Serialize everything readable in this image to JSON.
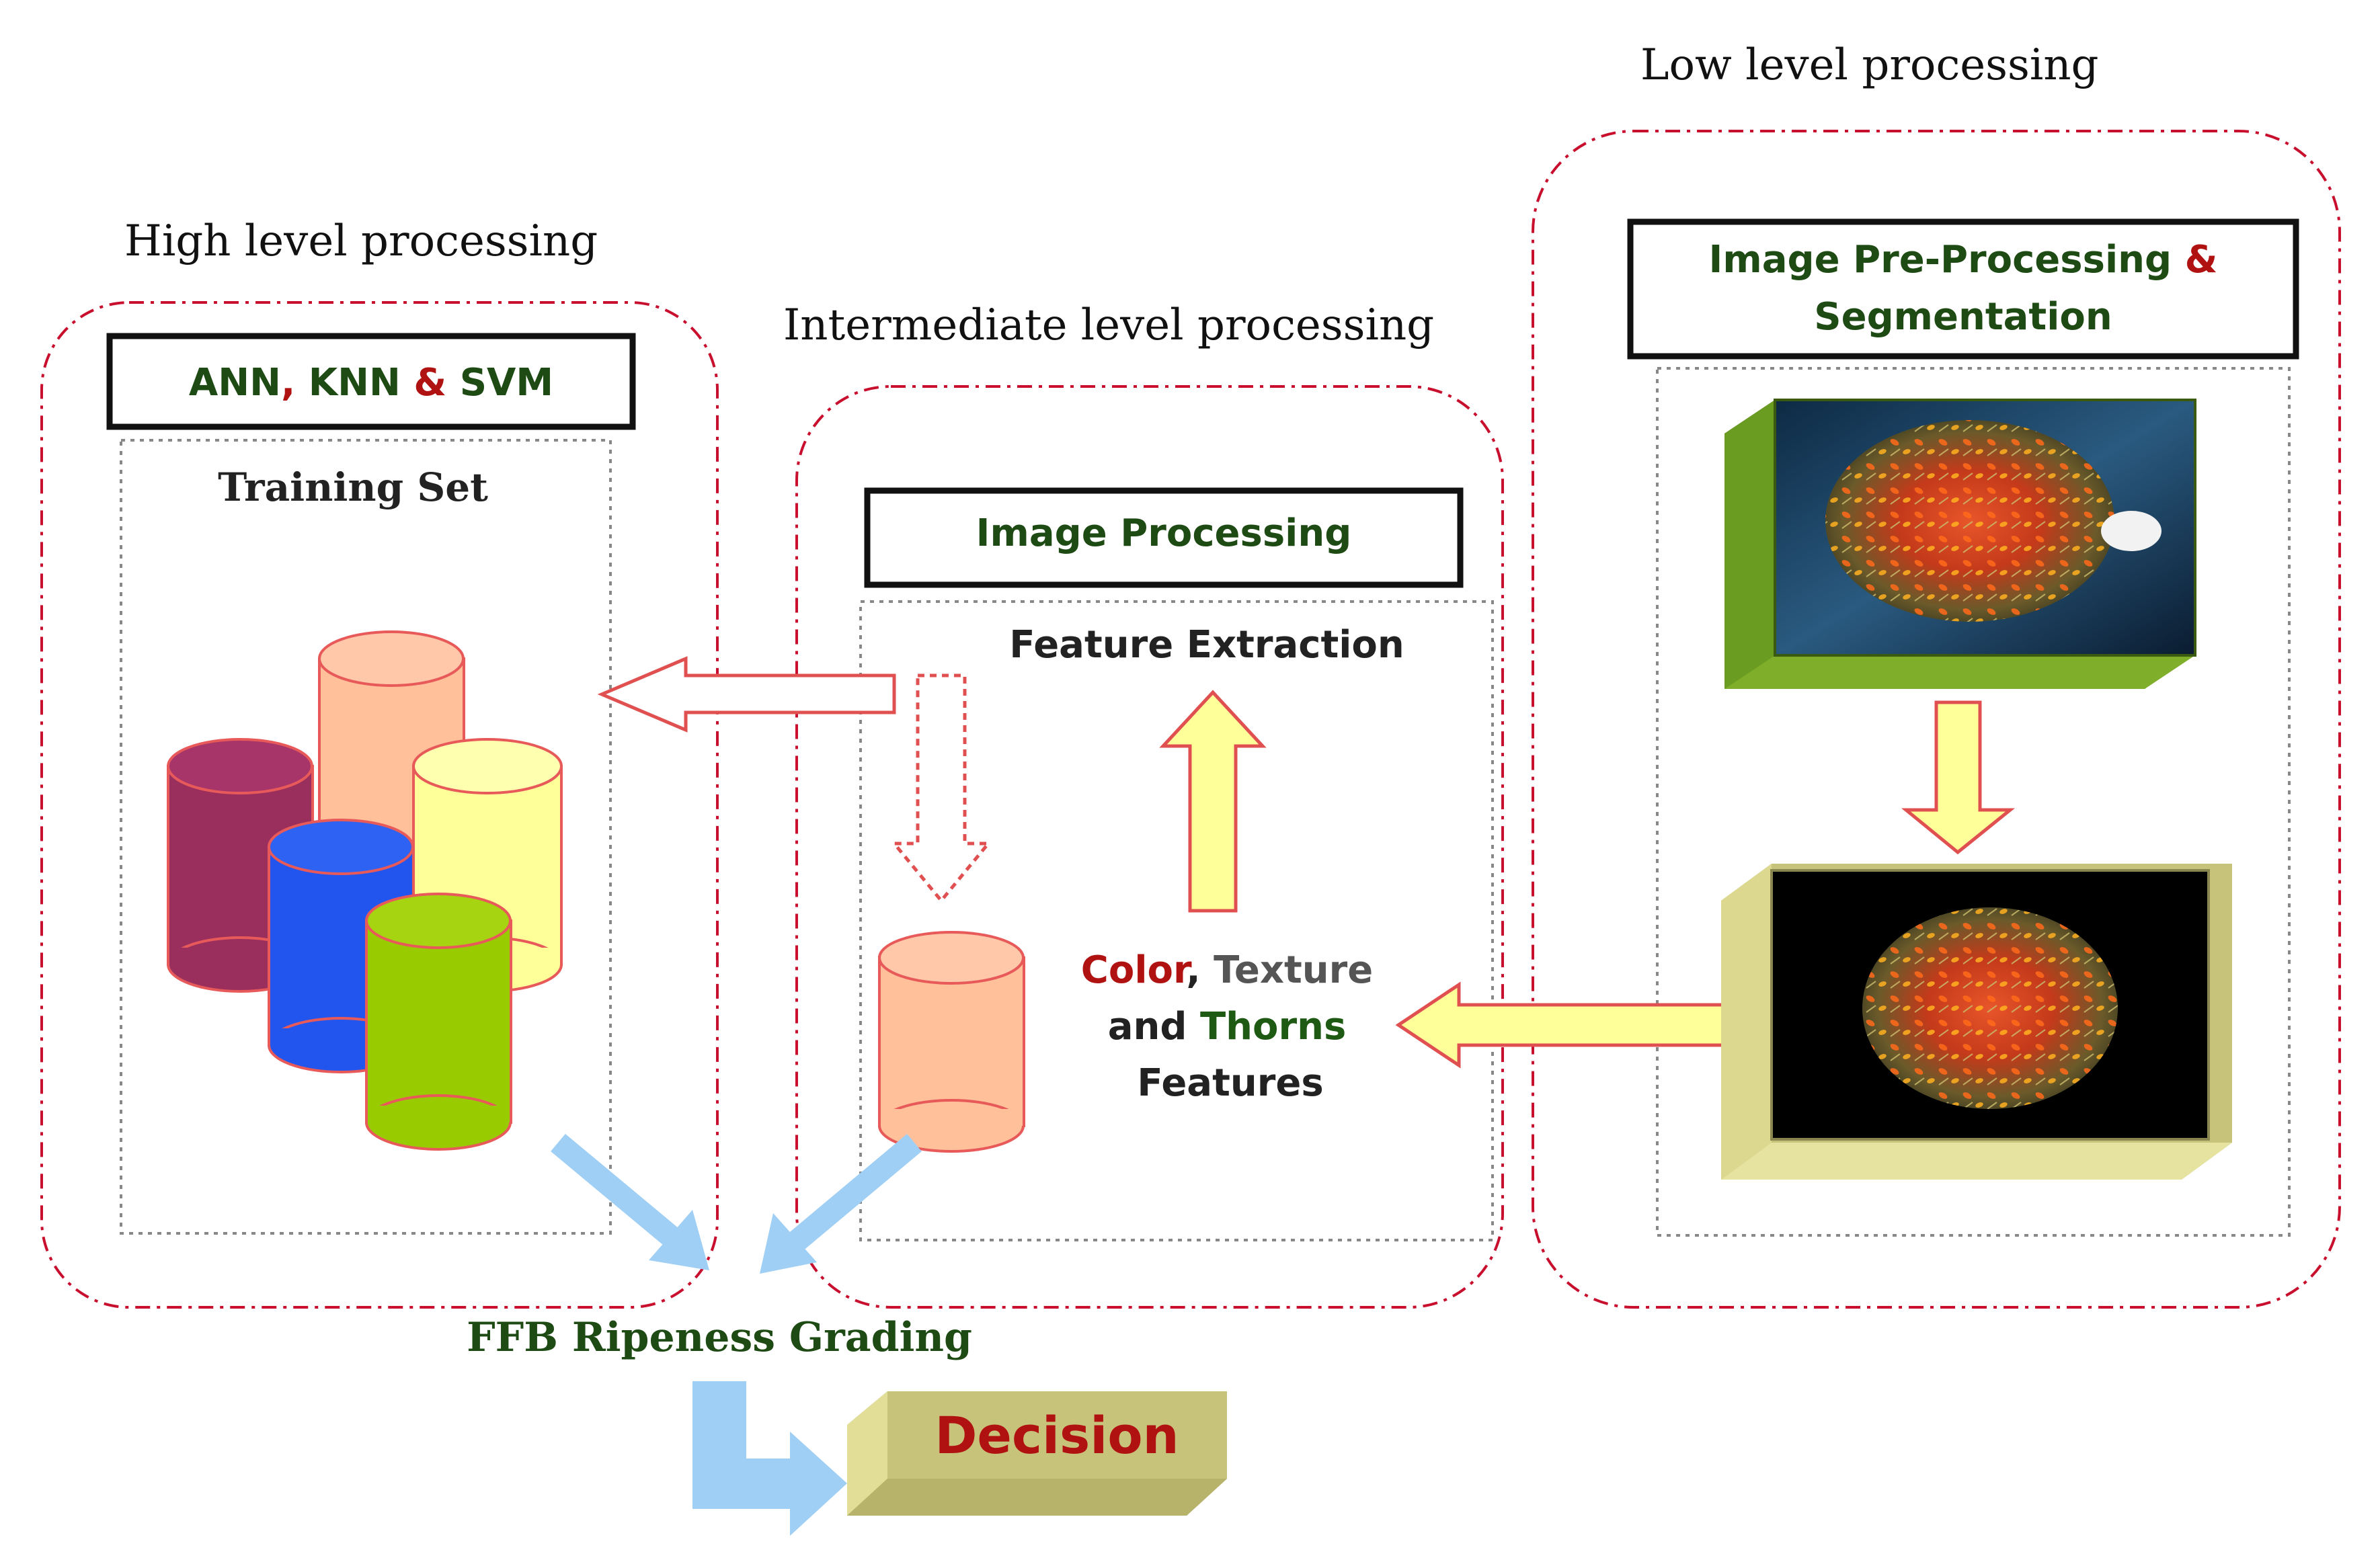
{
  "sections": {
    "high": "High level processing",
    "intermediate": "Intermediate level processing",
    "low": "Low level processing"
  },
  "boxes": {
    "classifiers": {
      "part1": "ANN",
      "sep1": ",",
      "part2": " KNN ",
      "amp": "&",
      "part3": " SVM"
    },
    "training_set": "Training Set",
    "image_processing": "Image Processing",
    "feature_extraction": "Feature Extraction",
    "preprocessing": {
      "line1_a": "Image Pre-Processing ",
      "line1_amp": "&",
      "line2": "Segmentation"
    }
  },
  "features": {
    "color": "Color",
    "comma": ",",
    "texture": " Texture",
    "and": "and ",
    "thorns": "Thorns",
    "features": "Features"
  },
  "output": {
    "grading": "FFB Ripeness Grading",
    "decision": "Decision"
  },
  "colors": {
    "dash_red": "#c8102e",
    "accent_red": "#b01212",
    "thorns_green": "#1e5a14",
    "cylinder_purple": "#9a2f5e",
    "cylinder_peach": "#ffc09a",
    "cylinder_yellow": "#ffff99",
    "cylinder_blue": "#2255ee",
    "cylinder_green": "#99cc00",
    "arrow_blue": "#9fcff5",
    "arrow_yellow": "#ffff99",
    "decision_box": "#c8c37a"
  }
}
